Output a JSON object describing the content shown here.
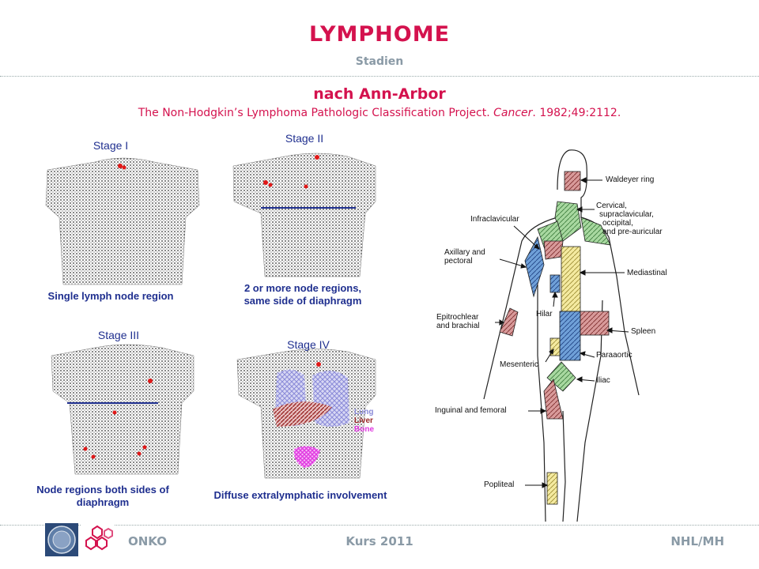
{
  "header": {
    "title": "LYMPHOME",
    "subtitle": "Stadien"
  },
  "section": {
    "heading": "nach Ann-Arbor",
    "citation_plain": "The Non-Hodgkin’s Lymphoma Pathologic Classification Project.",
    "citation_journal": "Cancer",
    "citation_ref": ". 1982;49:2112."
  },
  "stages": [
    {
      "label": "Stage I",
      "caption_lines": [
        "Single lymph node region"
      ]
    },
    {
      "label": "Stage II",
      "caption_lines": [
        "2 or more node regions,",
        "same side of diaphragm"
      ]
    },
    {
      "label": "Stage III",
      "caption_lines": [
        "Node regions both sides of",
        "diaphragm"
      ]
    },
    {
      "label": "Stage IV",
      "caption_lines": [
        "Diffuse extralymphatic involvement"
      ]
    }
  ],
  "stage4_legend": [
    {
      "label": "Lung",
      "color": "#8a8ad8"
    },
    {
      "label": "Liver",
      "color": "#9a2a2a"
    },
    {
      "label": "Bone",
      "color": "#e03ae0"
    }
  ],
  "diagram_labels": {
    "waldeyer": "Waldeyer ring",
    "cervical": [
      "Cervical,",
      "supraclavicular,",
      "occipital,",
      "and pre-auricular"
    ],
    "infraclavicular": "Infraclavicular",
    "axillary": [
      "Axillary and",
      "pectoral"
    ],
    "mediastinal": "Mediastinal",
    "epitrochlear": [
      "Epitrochlear",
      "and brachial"
    ],
    "hilar": "Hilar",
    "spleen": "Spleen",
    "paraaortic": "Paraaortic",
    "mesenteric": "Mesenteric",
    "iliac": "Iliac",
    "inguinal": "Inguinal and femoral",
    "popliteal": "Popliteal"
  },
  "footer": {
    "left": "ONKO",
    "center": "Kurs 2011",
    "right": "NHL/MH"
  },
  "colors": {
    "accent": "#d4124e",
    "muted": "#8a9aa6",
    "diagram_blue": "#1f2f8f"
  }
}
